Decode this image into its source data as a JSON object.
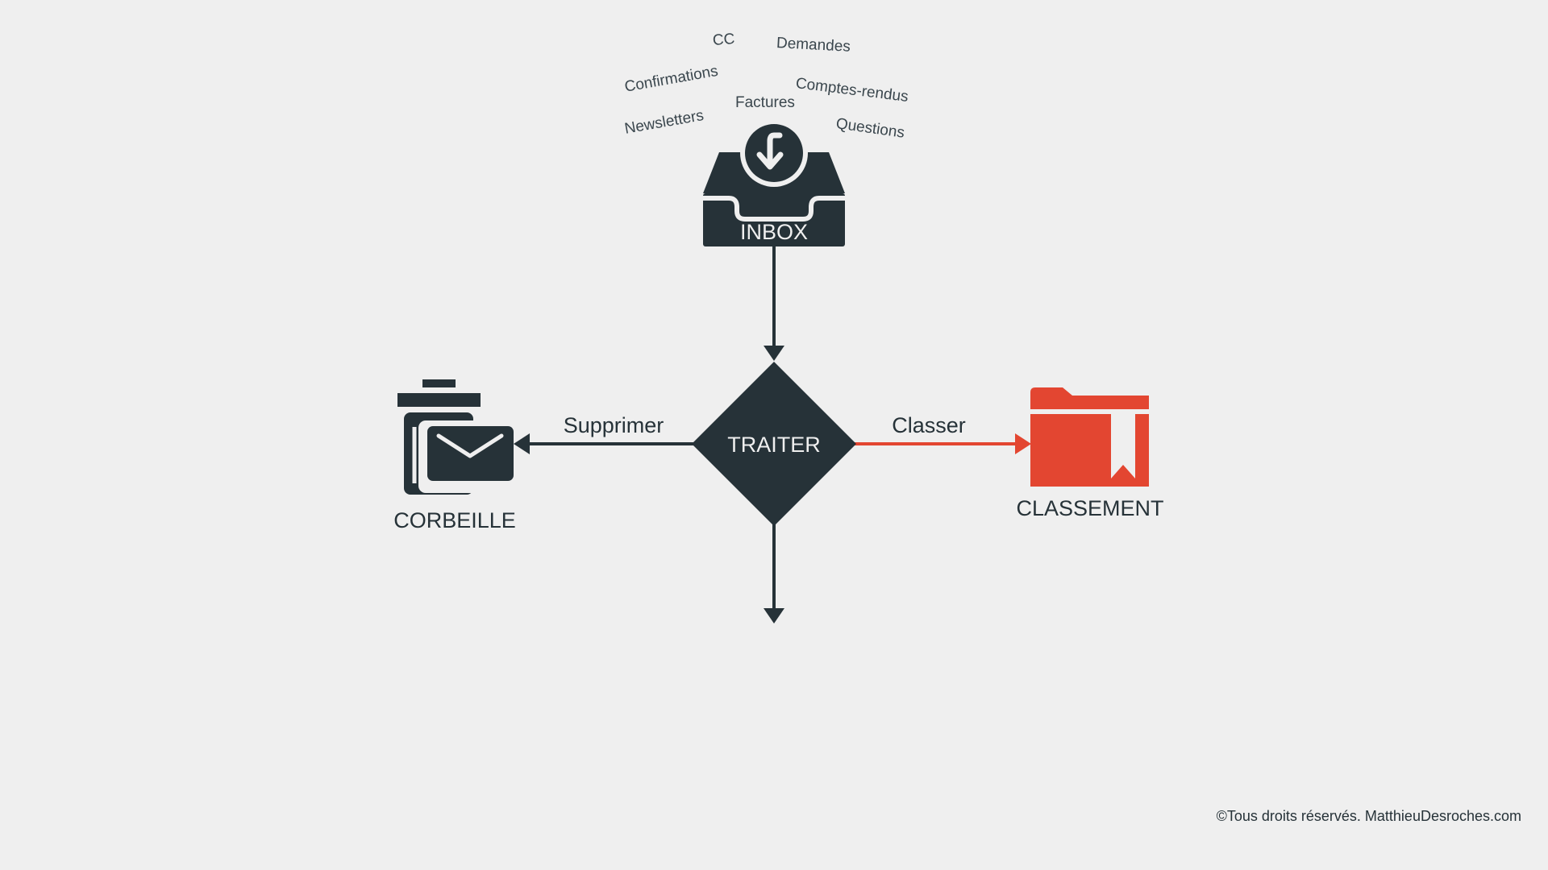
{
  "colors": {
    "dark": "#263238",
    "accent": "#e34631",
    "background": "#efefef"
  },
  "tags": {
    "cc": "CC",
    "demandes": "Demandes",
    "confirmations": "Confirmations",
    "comptes_rendus": "Comptes-rendus",
    "factures": "Factures",
    "newsletters": "Newsletters",
    "questions": "Questions"
  },
  "nodes": {
    "inbox": {
      "label": "INBOX",
      "icon": "inbox-tray-icon"
    },
    "traiter": {
      "label": "TRAITER",
      "shape": "diamond"
    },
    "corbeille": {
      "label": "CORBEILLE",
      "icon": "trash-envelope-icon"
    },
    "classement": {
      "label": "CLASSEMENT",
      "icon": "bookmark-folder-icon"
    }
  },
  "edges": {
    "supprimer": {
      "label": "Supprimer"
    },
    "classer": {
      "label": "Classer"
    }
  },
  "footer": {
    "copyright": "©Tous droits réservés. MatthieuDesroches.com"
  }
}
